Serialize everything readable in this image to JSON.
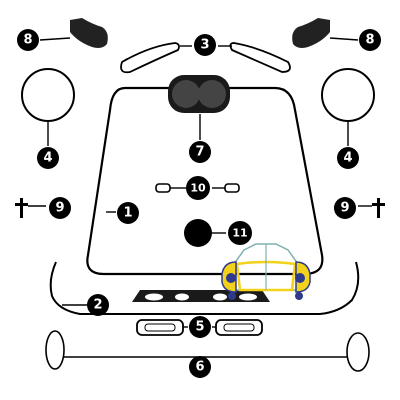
{
  "diagram": {
    "callouts": {
      "windshield_glass": "1",
      "bumper_bar": "2",
      "side_window_left": "3",
      "side_window_right": "3",
      "headlamp_left": "4",
      "headlamp_right": "4",
      "rear_light_panel": "5",
      "bumper_tube": "6",
      "twin_gauge": "7",
      "mirror_left": "8",
      "mirror_right": "8",
      "side_marker_left": "9",
      "side_marker_right": "9",
      "indicator_pair": "10",
      "round_lamp": "11"
    },
    "icon": {
      "name": "car-front-icon",
      "body_color": "#f2d21b",
      "outline_color": "#2e3a8c",
      "glass_color": "#7fb0b0"
    },
    "colors": {
      "part": "#000000",
      "marker": "#000000",
      "marker_text": "#ffffff"
    }
  }
}
